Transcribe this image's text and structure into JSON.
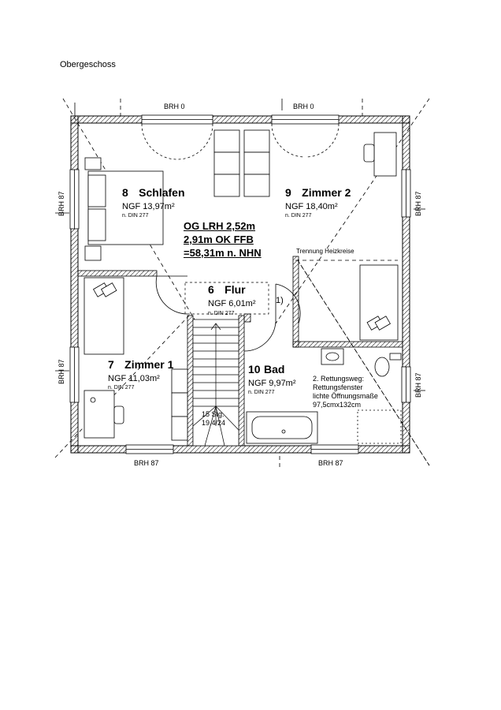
{
  "page": {
    "title": "Obergeschoss"
  },
  "window_labels": {
    "top_left": "BRH 0",
    "top_right": "BRH 0",
    "left_upper": "BRH 87",
    "left_lower": "BRH 87",
    "right_upper": "BRH 87",
    "right_lower": "BRH 87",
    "bottom_left": "BRH 87",
    "bottom_right": "BRH 87"
  },
  "rooms": [
    {
      "number": "8",
      "name": "Schlafen",
      "area": "NGF 13,97m²",
      "norm": "n. DIN 277"
    },
    {
      "number": "9",
      "name": "Zimmer 2",
      "area": "NGF 18,40m²",
      "norm": "n. DIN 277"
    },
    {
      "number": "6",
      "name": "Flur",
      "area": "NGF   6,01m²",
      "norm": "n. DIN 277"
    },
    {
      "number": "7",
      "name": "Zimmer 1",
      "area": "NGF 11,03m²",
      "norm": "n. DIN 277"
    },
    {
      "number": "10",
      "name": "Bad",
      "area": "NGF   9,97m²",
      "norm": "n. DIN 277"
    }
  ],
  "level_info": {
    "line1": "OG LRH 2,52m",
    "line2": "2,91m OK FFB",
    "line3": "=58,31m  n. NHN"
  },
  "annotations": {
    "heating": "Trennung Heizkreise",
    "flur_note": "1)",
    "stairs_count": "15 Stg.",
    "stairs_ratio": "19,4/24",
    "escape_line1": "2. Rettungsweg:",
    "escape_line2": "Rettungsfenster",
    "escape_line3": "lichte Öffnungsmaße",
    "escape_line4": "97,5cmx132cm"
  }
}
